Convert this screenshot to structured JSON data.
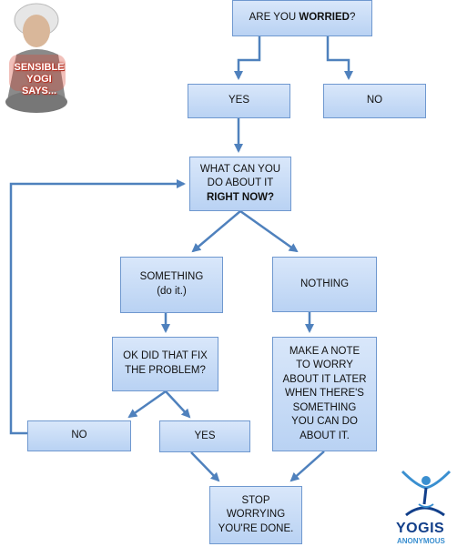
{
  "badge": {
    "lines": [
      "SENSIBLE",
      "YOGI",
      "SAYS..."
    ]
  },
  "logo": {
    "name": "YOGIS",
    "subtitle": "ANONYMOUS"
  },
  "boxes": {
    "worried": {
      "pre": "ARE YOU ",
      "bold": "WORRIED",
      "post": "?"
    },
    "yes_top": "YES",
    "no_top": "NO",
    "what_can": {
      "line1": "WHAT CAN YOU",
      "line2": "DO ABOUT IT",
      "line3": "RIGHT NOW?"
    },
    "something": {
      "line1": "SOMETHING",
      "line2": "(do it.)"
    },
    "nothing": "NOTHING",
    "ok_fix": {
      "line1": "OK DID THAT FIX",
      "line2": "THE PROBLEM?"
    },
    "make_note": [
      "MAKE A NOTE",
      "TO WORRY",
      "ABOUT IT LATER",
      "WHEN THERE'S",
      "SOMETHING",
      "YOU CAN DO",
      "ABOUT IT."
    ],
    "no_bottom": "NO",
    "yes_bottom": "YES",
    "stop": [
      "STOP",
      "WORRYING",
      "YOU'RE DONE."
    ]
  },
  "colors": {
    "box_fill": "#c6dbf6",
    "box_border": "#6f98cf",
    "arrow": "#4f81bd"
  }
}
